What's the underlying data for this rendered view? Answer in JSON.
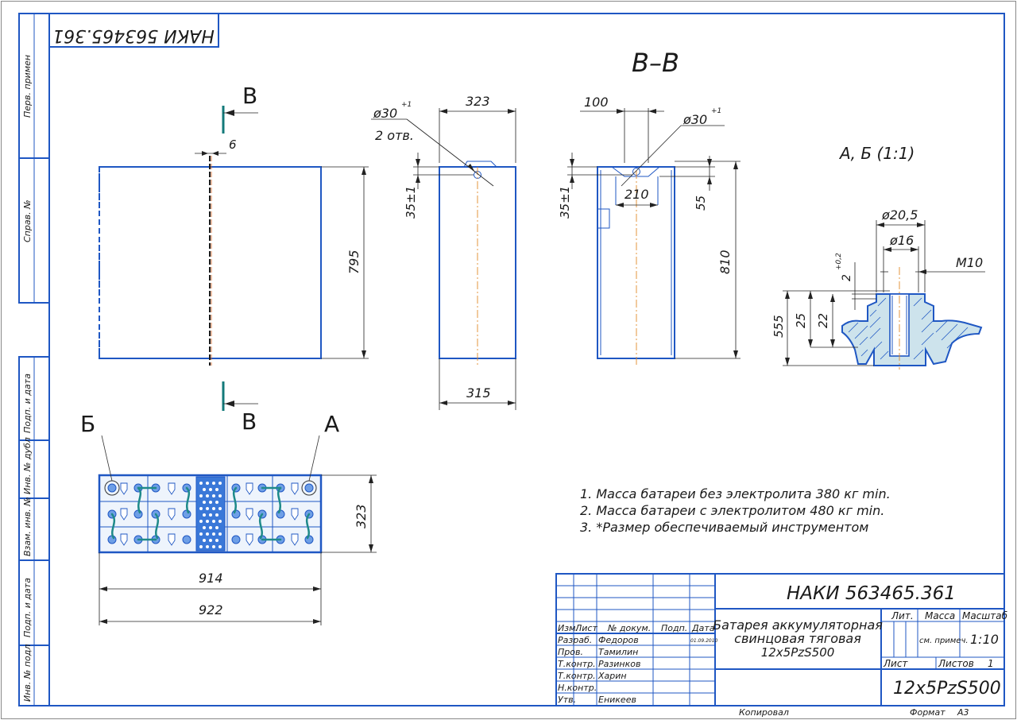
{
  "stamp_top": {
    "designation_mirrored": "НАКИ 563465.361"
  },
  "side_strip": {
    "perv_primen": "Перв. примен",
    "sprav_no": "Справ. №",
    "podp_data_1": "Подп. и дата",
    "inv_dubl": "Инв. № дубл",
    "vzam_inv": "Взам. инв. №",
    "podp_data_2": "Подп. и дата",
    "inv_podl": "Инв. № подл"
  },
  "views": {
    "section_title": "В–В",
    "detail_title": "А, Б (1:1)",
    "cut_mark_top": "В",
    "cut_mark_bottom": "В",
    "mark_b": "Б",
    "mark_a": "А"
  },
  "dimensions": {
    "front_gap": "6",
    "front_height": "795",
    "side_top_width": "323",
    "side_hole": "ø30",
    "side_hole_tol": "+1",
    "side_hole_note": "2 отв.",
    "side_offset": "35±1",
    "side_bottom_width": "315",
    "sec_top": "100",
    "sec_hole": "ø30",
    "sec_hole_tol": "+1",
    "sec_offset": "35±1",
    "sec_inner": "210",
    "sec_right_small": "55",
    "sec_height": "810",
    "det_d1": "ø20,5",
    "det_d2": "ø16",
    "det_thread": "M10",
    "det_gap": "2",
    "det_gap_tol": "+0,2",
    "det_h1": "555",
    "det_h2": "25",
    "det_h3": "22",
    "plan_depth": "323",
    "plan_width_inner": "914",
    "plan_width_outer": "922"
  },
  "notes": [
    "1. Масса батареи без электролита 380 кг min.",
    "2. Масса батареи с электролитом 480 кг min.",
    "3. *Размер обеспечиваемый инструментом"
  ],
  "title_block": {
    "designation": "НАКИ 563465.361",
    "product_name_1": "Батарея аккумуляторная",
    "product_name_2": "свинцовая тяговая",
    "product_name_3": "12x5PzS500",
    "code": "12x5PzS500",
    "lit_label": "Лит.",
    "mass_label": "Масса",
    "scale_label": "Масштаб",
    "mass_value": "см. примеч.",
    "scale_value": "1:10",
    "sheet_label": "Лист",
    "sheets_label": "Листов",
    "sheets_value": "1",
    "header": {
      "izm": "Изм.",
      "list": "Лист",
      "doc": "№ докум.",
      "podp": "Подп.",
      "data": "Дата"
    },
    "rows": [
      {
        "role": "Разраб.",
        "name": "Федоров",
        "date": "01.09.2010"
      },
      {
        "role": "Пров.",
        "name": "Тамилин",
        "date": ""
      },
      {
        "role": "Т.контр.",
        "name": "Разинков",
        "date": ""
      },
      {
        "role": "Т.контр.",
        "name": "Харин",
        "date": ""
      },
      {
        "role": "Н.контр.",
        "name": "",
        "date": ""
      },
      {
        "role": "Утв.",
        "name": "Еникеев",
        "date": ""
      }
    ],
    "copied": "Копировал",
    "format_label": "Формат",
    "format_value": "А3"
  }
}
